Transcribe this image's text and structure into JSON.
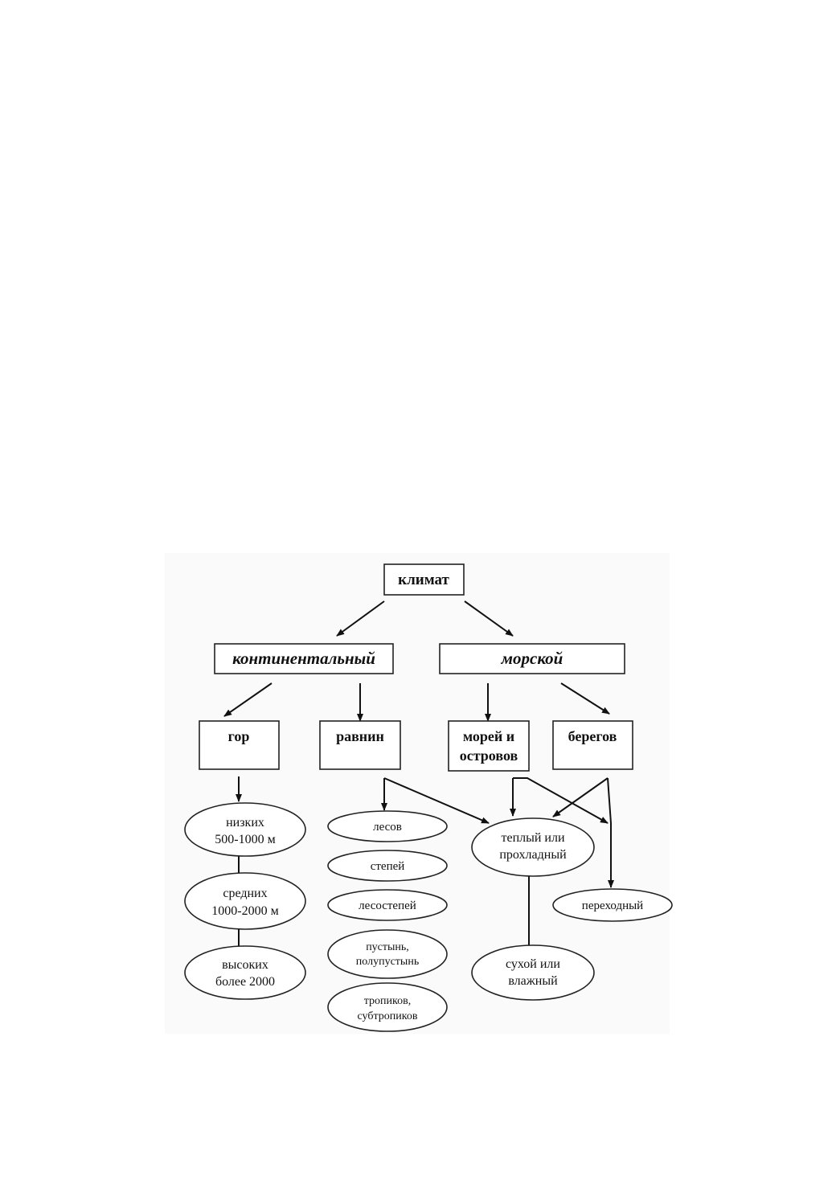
{
  "colors": {
    "ink": "#111111",
    "background": "#ffffff",
    "scan_area": "#fafafa"
  },
  "diagram": {
    "root": "климат",
    "types": {
      "continental": "континентальный",
      "marine": "морской"
    },
    "categories": {
      "mountains": "гор",
      "plains": "равнин",
      "seas_line1": "морей и",
      "seas_line2": "островов",
      "coasts": "берегов"
    },
    "mountains": {
      "low_1": "низких",
      "low_2": "500-1000 м",
      "mid_1": "средних",
      "mid_2": "1000-2000 м",
      "high_1": "высоких",
      "high_2": "более 2000"
    },
    "plains": {
      "forests": "лесов",
      "steppes": "степей",
      "forest_steppes": "лесостепей",
      "deserts_1": "пустынь,",
      "deserts_2": "полупустынь",
      "tropics_1": "тропиков,",
      "tropics_2": "субтропиков"
    },
    "marine": {
      "warm_1": "теплый или",
      "warm_2": "прохладный",
      "dry_1": "сухой или",
      "dry_2": "влажный",
      "transitional": "переходный"
    }
  }
}
